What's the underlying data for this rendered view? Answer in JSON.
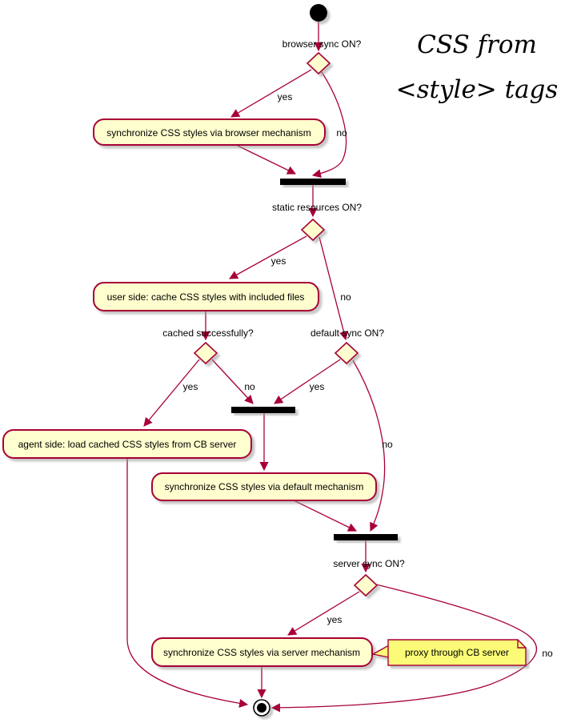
{
  "title": {
    "line1": "CSS from",
    "line2": "<style> tags"
  },
  "colors": {
    "node_fill": "#FEFECE",
    "node_border": "#A80036",
    "edge": "#A80036",
    "bar": "#000000",
    "note_fill": "#FBFB77",
    "text": "#000000"
  },
  "activities": {
    "browser": "synchronize CSS styles via browser mechanism",
    "user_cache": "user side: cache CSS styles with included files",
    "agent_load": "agent side: load cached CSS styles from CB server",
    "default_mech": "synchronize CSS styles via default mechanism",
    "server": "synchronize CSS styles via server mechanism"
  },
  "decisions": {
    "browser": "browser sync ON?",
    "static": "static resources ON?",
    "cached": "cached successfully?",
    "default_q": "default sync ON?",
    "server": "server sync ON?"
  },
  "edge_labels": {
    "browser_yes": "yes",
    "browser_no": "no",
    "static_yes": "yes",
    "static_no": "no",
    "cached_yes": "yes",
    "cached_no": "no",
    "default_yes": "yes",
    "default_no": "no",
    "server_yes": "yes",
    "server_no": "no"
  },
  "note": {
    "text": "proxy through CB server"
  }
}
